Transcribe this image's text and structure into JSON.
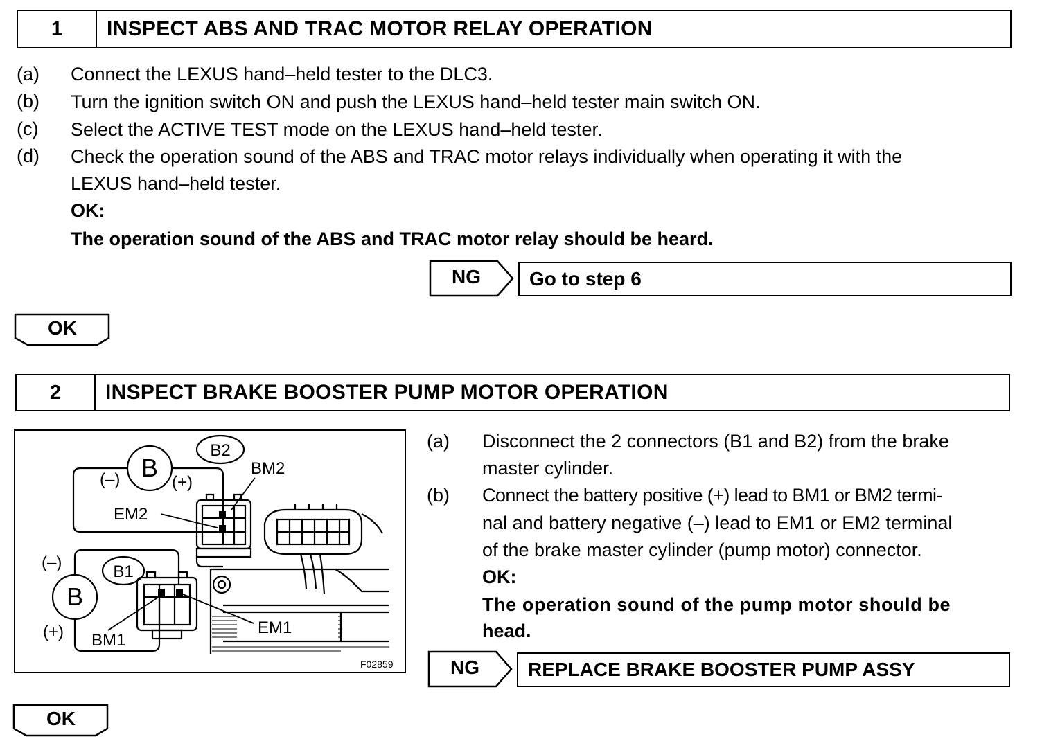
{
  "step1": {
    "number": "1",
    "title": "INSPECT ABS AND TRAC MOTOR RELAY OPERATION",
    "items": [
      {
        "label": "(a)",
        "text": "Connect the LEXUS hand–held tester to the DLC3."
      },
      {
        "label": "(b)",
        "text": "Turn the ignition switch ON and push the LEXUS hand–held tester main switch ON."
      },
      {
        "label": "(c)",
        "text": "Select the ACTIVE TEST mode on the LEXUS hand–held tester."
      },
      {
        "label": "(d)",
        "line1": "Check the operation sound of the ABS and TRAC motor relays individually when operating it with the",
        "line2": "LEXUS hand–held tester."
      }
    ],
    "ok_heading": "OK:",
    "ok_text": "The operation sound of the ABS and TRAC motor relay should be heard.",
    "ng_label": "NG",
    "ng_result": "Go to step 6",
    "ok_button": "OK"
  },
  "step2": {
    "number": "2",
    "title": "INSPECT BRAKE BOOSTER PUMP MOTOR OPERATION",
    "items": [
      {
        "label": "(a)",
        "line1": "Disconnect the 2 connectors (B1 and B2) from the brake",
        "line2": "master cylinder."
      },
      {
        "label": "(b)",
        "line1": "Connect the battery positive (+) lead to BM1 or BM2 termi-",
        "line2": "nal and battery negative (–) lead to EM1 or EM2 terminal",
        "line3": "of the brake master cylinder (pump motor) connector."
      }
    ],
    "ok_heading": "OK:",
    "ok_line1": "The operation sound of the pump motor should be",
    "ok_line2": "head.",
    "ng_label": "NG",
    "ng_result": "REPLACE BRAKE BOOSTER PUMP ASSY",
    "ok_button": "OK",
    "figure": {
      "battery": "B",
      "minus": "(–)",
      "plus": "(+)",
      "b2": "B2",
      "b1": "B1",
      "bm2": "BM2",
      "em2": "EM2",
      "bm1": "BM1",
      "em1": "EM1",
      "code": "F02859"
    }
  }
}
